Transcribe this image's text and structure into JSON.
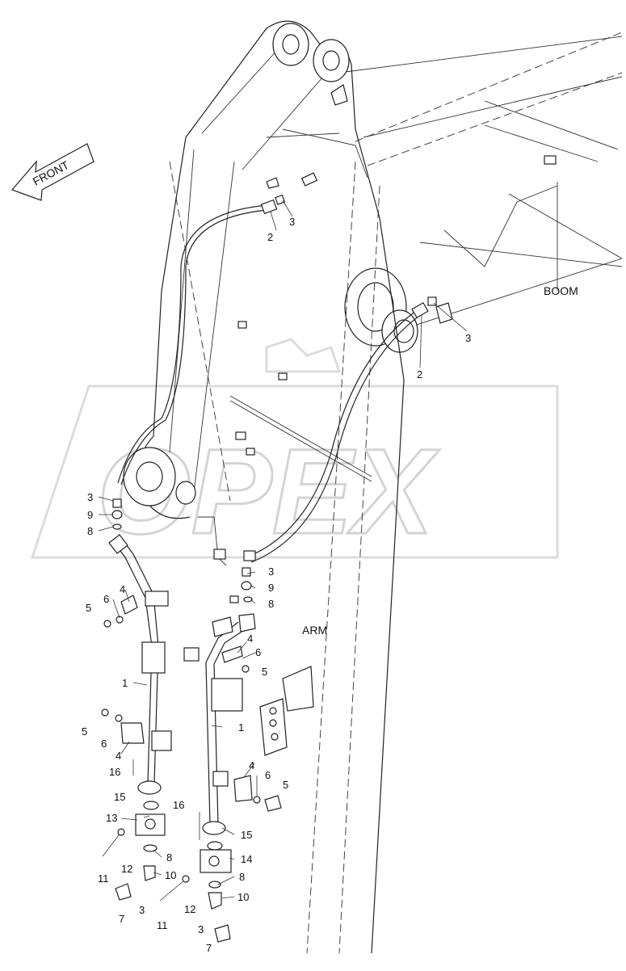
{
  "watermark": "OPEX",
  "direction_label": "FRONT",
  "component_labels": {
    "boom": "BOOM",
    "arm": "ARM"
  },
  "callouts": {
    "left_upper": [
      "2",
      "3"
    ],
    "right_upper": [
      "2",
      "3"
    ],
    "left_line": [
      "3",
      "9",
      "8",
      "4",
      "6",
      "5",
      "1",
      "5",
      "6",
      "4",
      "16",
      "15",
      "13",
      "8",
      "12",
      "10",
      "11",
      "7",
      "3",
      "11"
    ],
    "right_line": [
      "3",
      "9",
      "8",
      "4",
      "6",
      "5",
      "1",
      "4",
      "6",
      "5",
      "16",
      "15",
      "14",
      "8",
      "10",
      "12",
      "3",
      "7"
    ]
  },
  "colors": {
    "line": "#222222",
    "watermark_stroke": "#d4d4d4",
    "background": "#ffffff"
  }
}
